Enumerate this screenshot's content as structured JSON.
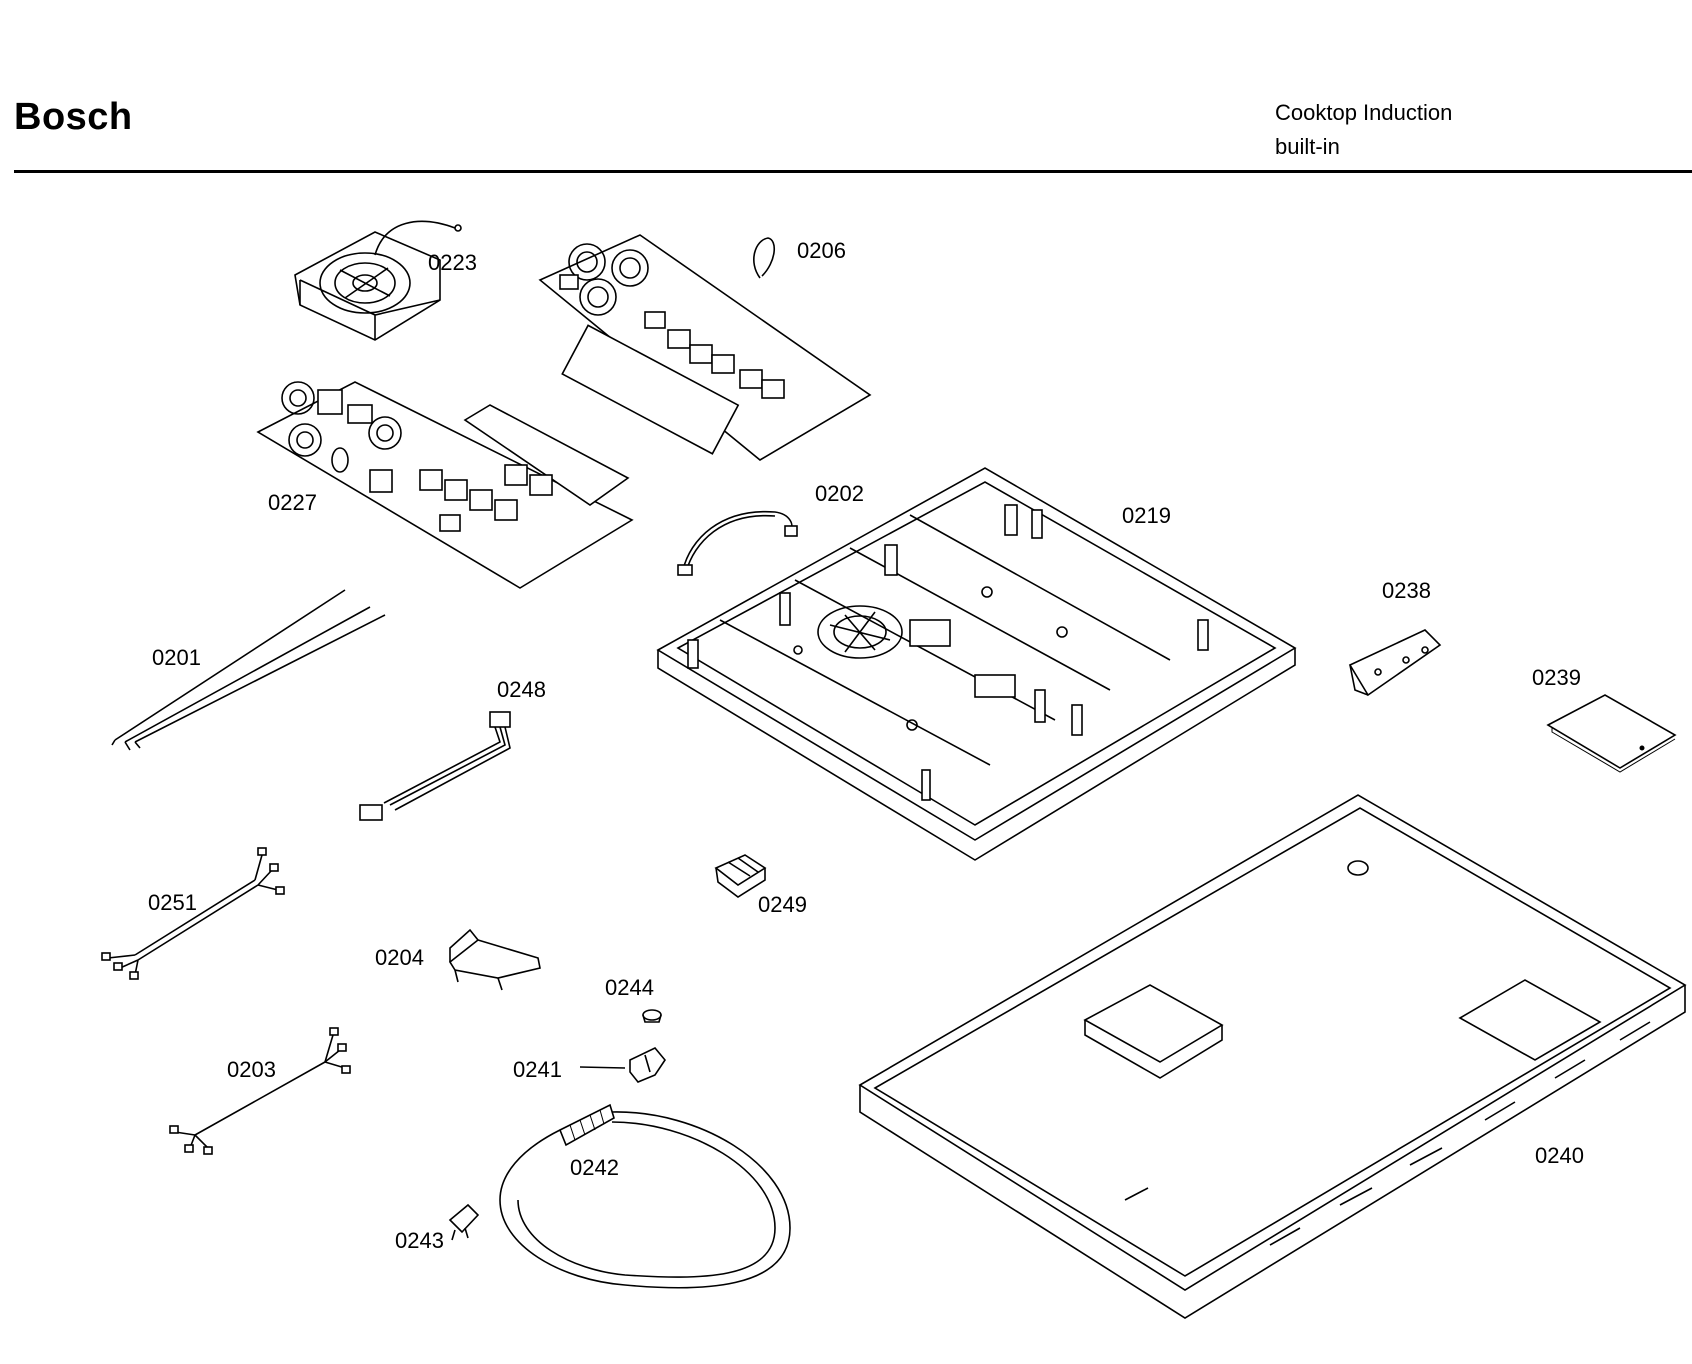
{
  "header": {
    "brand": "Bosch",
    "product_line1": "Cooktop Induction",
    "product_line2": "built-in"
  },
  "parts": {
    "p0223": "0223",
    "p0206": "0206",
    "p0227": "0227",
    "p0202": "0202",
    "p0219": "0219",
    "p0238": "0238",
    "p0239": "0239",
    "p0201": "0201",
    "p0248": "0248",
    "p0251": "0251",
    "p0249": "0249",
    "p0204": "0204",
    "p0244": "0244",
    "p0203": "0203",
    "p0241": "0241",
    "p0242": "0242",
    "p0243": "0243",
    "p0240": "0240"
  }
}
